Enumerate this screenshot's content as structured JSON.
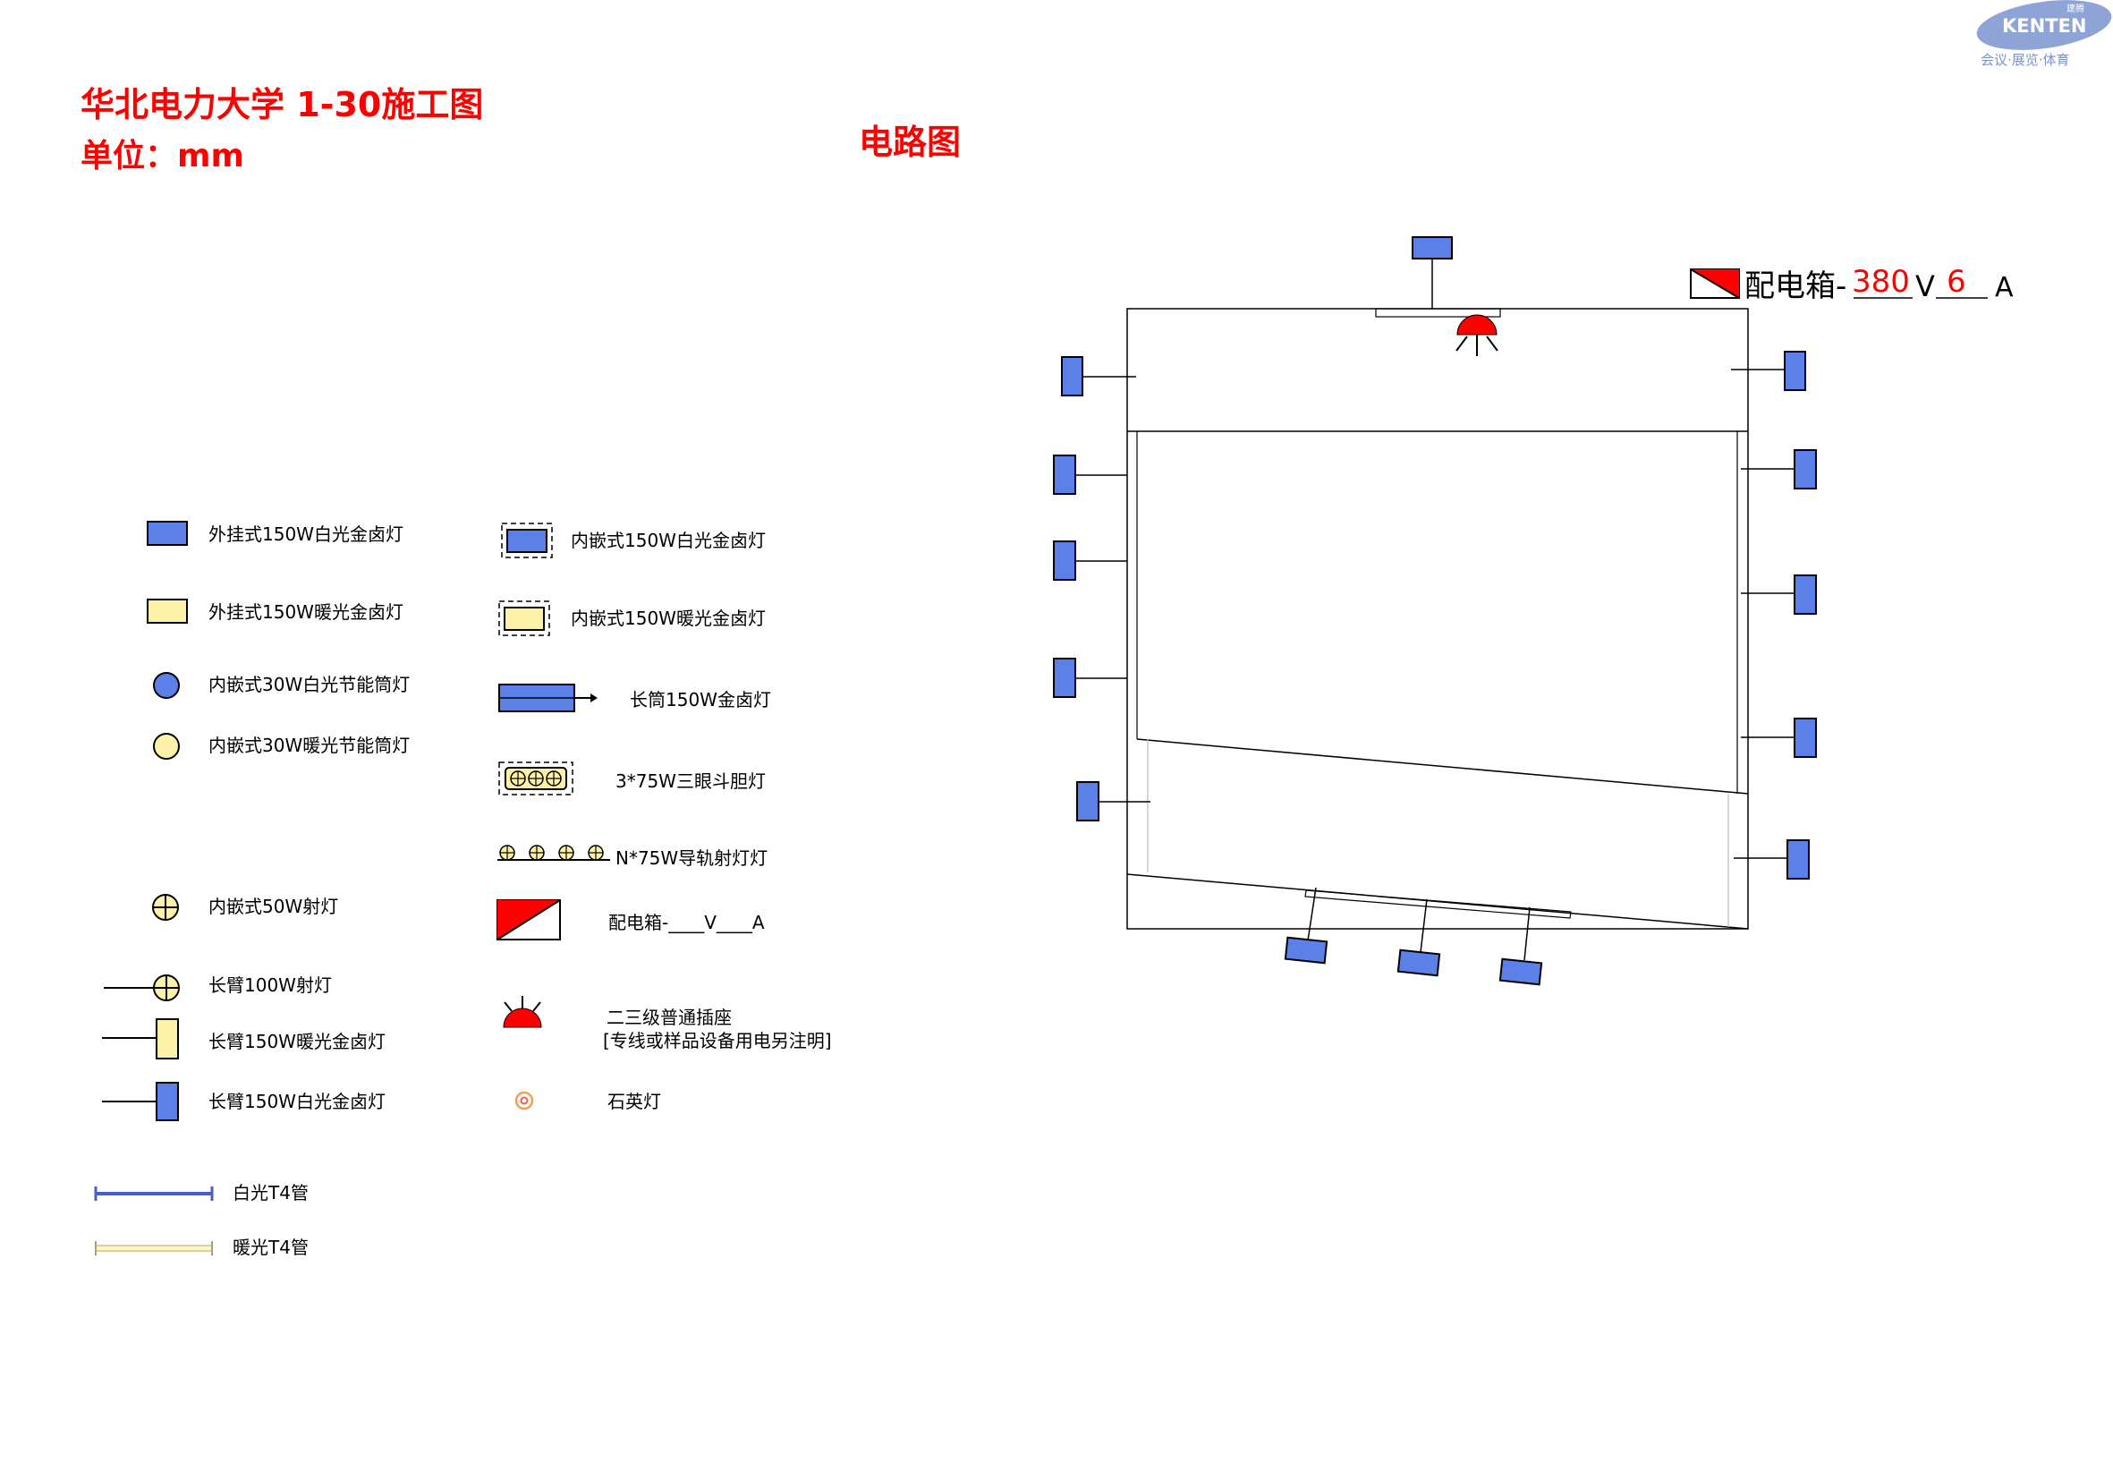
{
  "header": {
    "project_title": "华北电力大学 1-30施工图",
    "unit_label": "单位：mm",
    "diagram_title": "电路图"
  },
  "logo": {
    "brand": "KENTEN",
    "small_text": "建腾",
    "tagline": "会议·展览·体育"
  },
  "distribution_box": {
    "prefix": "配电箱-",
    "voltage": "380",
    "voltage_unit": "V",
    "current": "6",
    "current_unit": "A"
  },
  "legend": {
    "left": [
      {
        "symbol": "rect-blue",
        "label": "外挂式150W白光金卤灯"
      },
      {
        "symbol": "rect-yellow",
        "label": "外挂式150W暖光金卤灯"
      },
      {
        "symbol": "circle-blue",
        "label": "内嵌式30W白光节能筒灯"
      },
      {
        "symbol": "circle-yellow",
        "label": "内嵌式30W暖光节能筒灯"
      },
      {
        "symbol": "spot",
        "label": "内嵌式50W射灯"
      },
      {
        "symbol": "arm-spot",
        "label": "长臂100W射灯"
      },
      {
        "symbol": "arm-yellow",
        "label": "长臂150W暖光金卤灯"
      },
      {
        "symbol": "arm-blue",
        "label": "长臂150W白光金卤灯"
      },
      {
        "symbol": "t4-white",
        "label": "白光T4管"
      },
      {
        "symbol": "t4-warm",
        "label": "暖光T4管"
      }
    ],
    "right": [
      {
        "symbol": "embed-blue",
        "label": "内嵌式150W白光金卤灯"
      },
      {
        "symbol": "embed-yellow",
        "label": "内嵌式150W暖光金卤灯"
      },
      {
        "symbol": "long-tube",
        "label": "长筒150W金卤灯"
      },
      {
        "symbol": "triple",
        "label": "3*75W三眼斗胆灯"
      },
      {
        "symbol": "track",
        "label": "N*75W导轨射灯灯"
      },
      {
        "symbol": "dist-box",
        "label": "配电箱-____V____A"
      },
      {
        "symbol": "socket",
        "label": "二三级普通插座",
        "label2": "[专线或样品设备用电另注明]"
      },
      {
        "symbol": "quartz",
        "label": "石英灯"
      }
    ]
  },
  "colors": {
    "title_red": "#ff0000",
    "lamp_blue": "#5b80e8",
    "lamp_yellow": "#fdf2a8",
    "socket_red": "#ff0000",
    "line": "#000000",
    "logo_blue": "#7b93c8",
    "t4_white": "#4a5ec8",
    "t4_warm": "#e8e4b0"
  }
}
